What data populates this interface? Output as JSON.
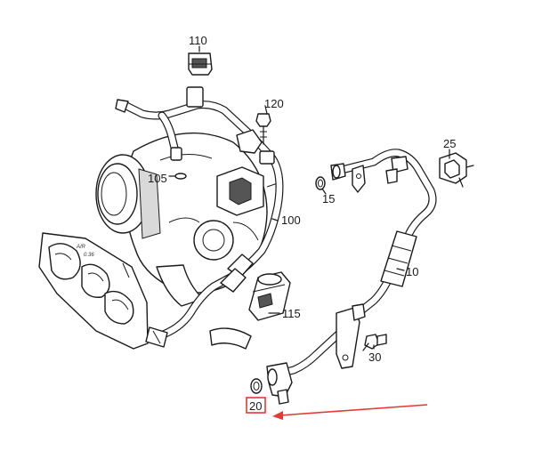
{
  "callouts": {
    "p110": "110",
    "p120": "120",
    "p105": "105",
    "p100": "100",
    "p115": "115",
    "p25": "25",
    "p15": "15",
    "p10": "10",
    "p30": "30",
    "p20": "20"
  },
  "stamps": {
    "manifold_a": "A/R",
    "manifold_b": "0.36"
  },
  "colors": {
    "highlight": "#e53935",
    "linework": "#1a1a1a"
  }
}
